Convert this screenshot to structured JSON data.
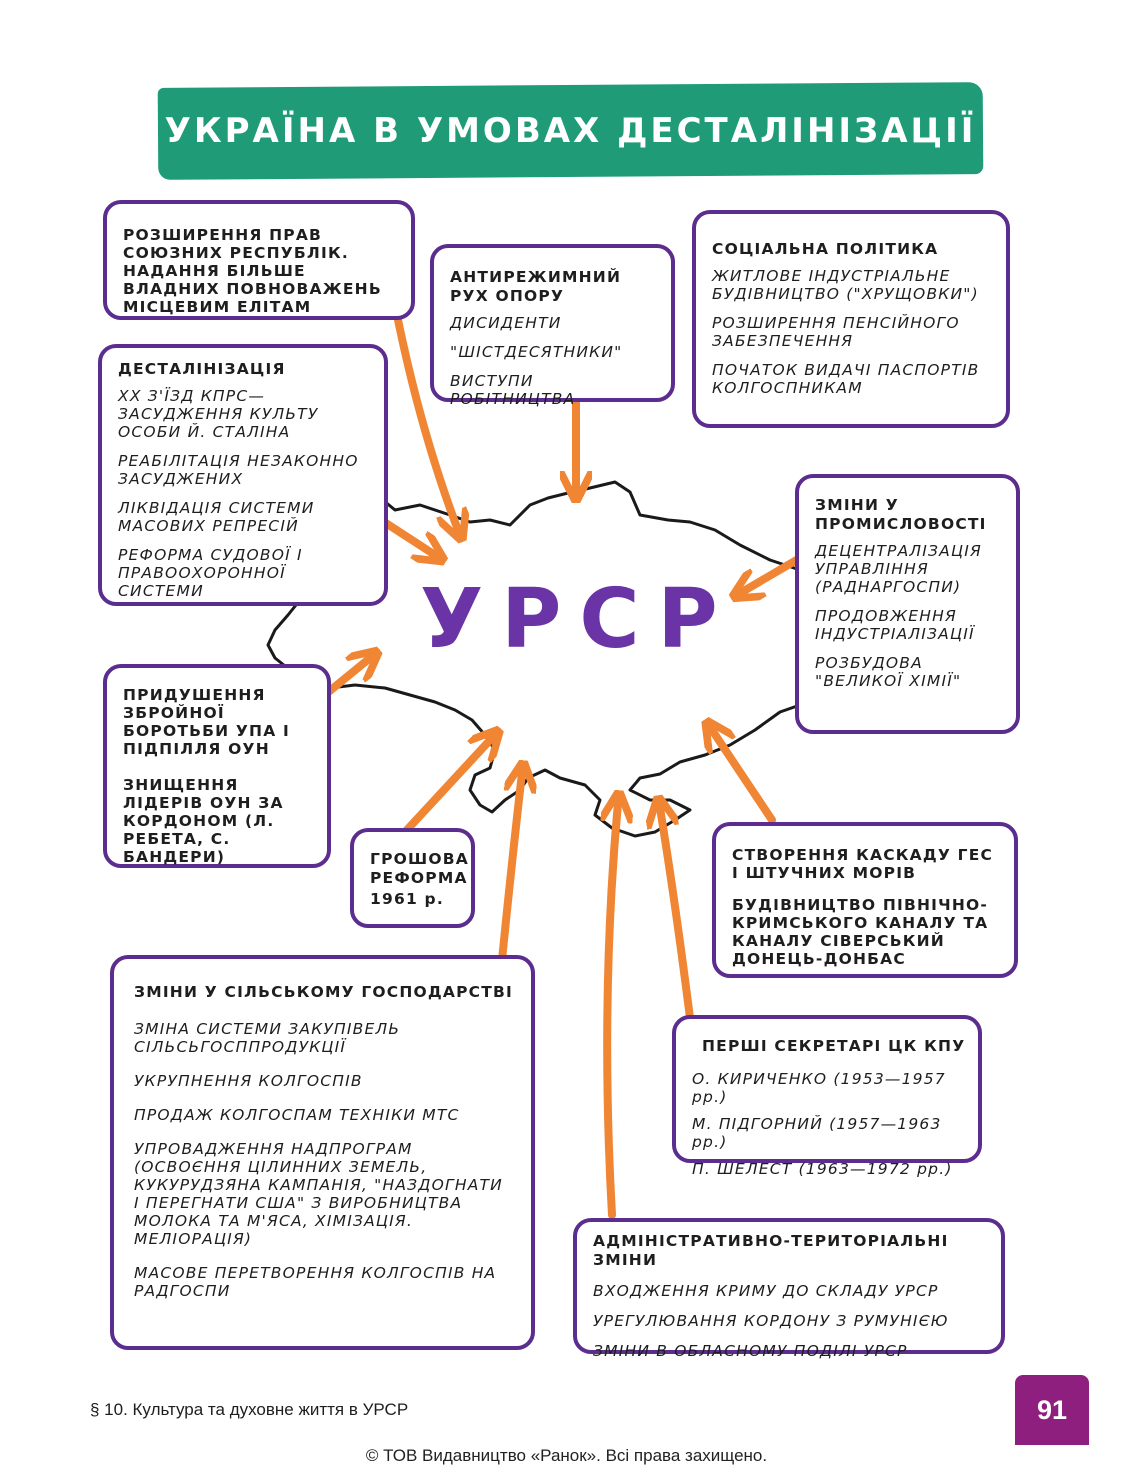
{
  "title": "УКРАЇНА В УМОВАХ ДЕСТАЛІНІЗАЦІЇ",
  "center_label": "УРСР",
  "colors": {
    "banner": "#1f9b78",
    "box_border": "#5b2d8e",
    "arrow": "#f08533",
    "center_label": "#6a34a6",
    "page_badge": "#8e1f7e"
  },
  "boxes": {
    "rights": {
      "title": "",
      "items": [
        "РОЗШИРЕННЯ ПРАВ СОЮЗНИХ РЕСПУБЛІК. НАДАННЯ БІЛЬШЕ ВЛАДНИХ ПОВНОВАЖЕНЬ МІСЦЕВИМ ЕЛІТАМ"
      ]
    },
    "opposition": {
      "title": "АНТИРЕЖИМНИЙ РУХ ОПОРУ",
      "items": [
        "ДИСИДЕНТИ",
        "\"ШІСТДЕСЯТНИКИ\"",
        "ВИСТУПИ РОБІТНИЦТВА"
      ]
    },
    "social": {
      "title": "СОЦІАЛЬНА ПОЛІТИКА",
      "items": [
        "ЖИТЛОВЕ ІНДУСТРІАЛЬНЕ БУДІВНИЦТВО (\"ХРУЩОВКИ\")",
        "РОЗШИРЕННЯ ПЕНСІЙНОГО ЗАБЕЗПЕЧЕННЯ",
        "ПОЧАТОК ВИДАЧІ ПАСПОРТІВ КОЛГОСПНИКАМ"
      ]
    },
    "destalin": {
      "title": "ДЕСТАЛІНІЗАЦІЯ",
      "items": [
        "XX З'ЇЗД КПРС—ЗАСУДЖЕННЯ КУЛЬТУ ОСОБИ Й. СТАЛІНА",
        "РЕАБІЛІТАЦІЯ НЕЗАКОННО ЗАСУДЖЕНИХ",
        "ЛІКВІДАЦІЯ СИСТЕМИ МАСОВИХ РЕПРЕСІЙ",
        "РЕФОРМА СУДОВОЇ І ПРАВООХОРОННОЇ СИСТЕМИ"
      ]
    },
    "industry": {
      "title": "ЗМІНИ У ПРОМИСЛОВОСТІ",
      "items": [
        "ДЕЦЕНТРАЛІЗАЦІЯ УПРАВЛІННЯ (РАДНАРГОСПИ)",
        "ПРОДОВЖЕННЯ ІНДУСТРІАЛІЗАЦІЇ",
        "РОЗБУДОВА \"ВЕЛИКОЇ ХІМІЇ\""
      ]
    },
    "upa": {
      "title": "",
      "items": [
        "ПРИДУШЕННЯ ЗБРОЙНОЇ БОРОТЬБИ УПА І ПІДПІЛЛЯ ОУН",
        "ЗНИЩЕННЯ ЛІДЕРІВ ОУН ЗА КОРДОНОМ (Л. РЕБЕТА, С. БАНДЕРИ)"
      ]
    },
    "money": {
      "title": "ГРОШОВА РЕФОРМА",
      "items": [
        "1961 р."
      ]
    },
    "hydro": {
      "title": "",
      "items": [
        "СТВОРЕННЯ КАСКАДУ ГЕС І ШТУЧНИХ МОРІВ",
        "БУДІВНИЦТВО ПІВНІЧНО-КРИМСЬКОГО КАНАЛУ ТА КАНАЛУ СІВЕРСЬКИЙ ДОНЕЦЬ-ДОНБАС"
      ]
    },
    "agriculture": {
      "title": "ЗМІНИ У СІЛЬСЬКОМУ ГОСПОДАРСТВІ",
      "items": [
        "ЗМІНА СИСТЕМИ ЗАКУПІВЕЛЬ СІЛЬСЬГОСППРОДУКЦІЇ",
        "УКРУПНЕННЯ КОЛГОСПІВ",
        "ПРОДАЖ КОЛГОСПАМ ТЕХНІКИ МТС",
        "УПРОВАДЖЕННЯ НАДПРОГРАМ (ОСВОЄННЯ ЦІЛИННИХ ЗЕМЕЛЬ, КУКУРУДЗЯНА КАМПАНІЯ, \"НАЗДОГНАТИ І ПЕРЕГНАТИ США\" З ВИРОБНИЦТВА МОЛОКА ТА М'ЯСА, ХІМІЗАЦІЯ. МЕЛІОРАЦІЯ)",
        "МАСОВЕ ПЕРЕТВОРЕННЯ КОЛГОСПІВ НА РАДГОСПИ"
      ]
    },
    "secretaries": {
      "title": "ПЕРШІ СЕКРЕТАРІ ЦК КПУ",
      "items": [
        "О. КИРИЧЕНКО (1953—1957 рр.)",
        "М. ПІДГОРНИЙ (1957—1963 рр.)",
        "П. ШЕЛЕСТ (1963—1972 рр.)"
      ]
    },
    "admin": {
      "title": "АДМІНІСТРАТИВНО-ТЕРИТОРІАЛЬНІ ЗМІНИ",
      "items": [
        "ВХОДЖЕННЯ КРИМУ ДО СКЛАДУ УРСР",
        "УРЕГУЛЮВАННЯ КОРДОНУ З РУМУНІЄЮ",
        "ЗМІНИ В ОБЛАСНОМУ ПОДІЛІ УРСР"
      ]
    }
  },
  "footer": {
    "section": "§ 10. Культура та духовне життя в УРСР",
    "page": "91",
    "copyright": "© ТОВ Видавництво «Ранок». Всі права захищено."
  }
}
